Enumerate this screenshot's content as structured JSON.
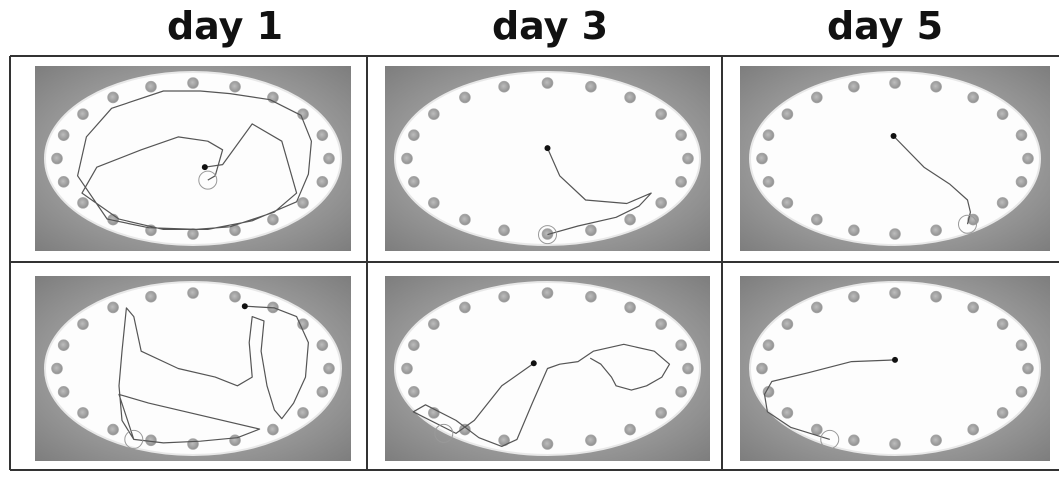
{
  "headers": [
    "day 1",
    "day 3",
    "day 5"
  ],
  "panels": [
    {
      "row": 0,
      "col": 0,
      "path": [
        [
          8,
          10
        ],
        [
          20,
          7
        ],
        [
          40,
          -40
        ],
        [
          60,
          -20
        ],
        [
          70,
          40
        ],
        [
          55,
          62
        ],
        [
          25,
          79
        ],
        [
          2,
          82
        ],
        [
          -30,
          80
        ],
        [
          -58,
          70
        ],
        [
          -78,
          20
        ],
        [
          -72,
          -25
        ],
        [
          -55,
          -58
        ],
        [
          -20,
          -78
        ],
        [
          5,
          -78
        ],
        [
          25,
          -75
        ],
        [
          52,
          -68
        ],
        [
          73,
          -50
        ],
        [
          80,
          -20
        ],
        [
          78,
          18
        ],
        [
          70,
          50
        ],
        [
          40,
          72
        ],
        [
          10,
          82
        ],
        [
          -20,
          82
        ],
        [
          -50,
          70
        ],
        [
          -75,
          40
        ],
        [
          -65,
          10
        ],
        [
          -35,
          -10
        ],
        [
          -10,
          -25
        ],
        [
          10,
          -20
        ],
        [
          20,
          -10
        ],
        [
          15,
          20
        ],
        [
          10,
          25
        ]
      ],
      "start": [
        8,
        10
      ],
      "end": [
        10,
        25
      ]
    },
    {
      "row": 0,
      "col": 1,
      "path": [
        [
          0,
          -12
        ],
        [
          8,
          20
        ],
        [
          25,
          48
        ],
        [
          52,
          52
        ],
        [
          68,
          40
        ],
        [
          60,
          55
        ],
        [
          45,
          68
        ],
        [
          20,
          78
        ],
        [
          0,
          88
        ]
      ],
      "start": [
        0,
        -12
      ],
      "end": [
        0,
        88
      ]
    },
    {
      "row": 0,
      "col": 2,
      "path": [
        [
          -1,
          -26
        ],
        [
          20,
          10
        ],
        [
          38,
          30
        ],
        [
          50,
          48
        ],
        [
          52,
          62
        ],
        [
          50,
          76
        ]
      ],
      "start": [
        -1,
        -26
      ],
      "end": [
        50,
        76
      ]
    },
    {
      "row": 1,
      "col": 0,
      "path": [
        [
          35,
          -72
        ],
        [
          55,
          -70
        ],
        [
          70,
          -60
        ],
        [
          78,
          -30
        ],
        [
          76,
          10
        ],
        [
          68,
          40
        ],
        [
          60,
          58
        ],
        [
          55,
          48
        ],
        [
          50,
          20
        ],
        [
          46,
          -20
        ],
        [
          48,
          -55
        ],
        [
          40,
          -60
        ],
        [
          38,
          -30
        ],
        [
          40,
          10
        ],
        [
          30,
          20
        ],
        [
          15,
          10
        ],
        [
          -10,
          0
        ],
        [
          -35,
          -20
        ],
        [
          -40,
          -60
        ],
        [
          -45,
          -70
        ],
        [
          -48,
          -20
        ],
        [
          -50,
          20
        ],
        [
          -48,
          60
        ],
        [
          -40,
          82
        ],
        [
          -20,
          86
        ],
        [
          5,
          84
        ],
        [
          30,
          80
        ],
        [
          45,
          70
        ],
        [
          -30,
          40
        ],
        [
          -50,
          30
        ],
        [
          -40,
          82
        ]
      ],
      "start": [
        35,
        -72
      ],
      "end": [
        -40,
        82
      ]
    },
    {
      "row": 1,
      "col": 1,
      "path": [
        [
          -9,
          -6
        ],
        [
          -30,
          20
        ],
        [
          -48,
          60
        ],
        [
          -60,
          75
        ],
        [
          -88,
          50
        ],
        [
          -80,
          42
        ],
        [
          -60,
          60
        ],
        [
          -45,
          80
        ],
        [
          -30,
          90
        ],
        [
          -20,
          82
        ],
        [
          -10,
          40
        ],
        [
          0,
          0
        ],
        [
          8,
          -5
        ],
        [
          20,
          -8
        ],
        [
          30,
          -20
        ],
        [
          50,
          -28
        ],
        [
          70,
          -20
        ],
        [
          80,
          -5
        ],
        [
          75,
          10
        ],
        [
          65,
          20
        ],
        [
          55,
          25
        ],
        [
          45,
          20
        ],
        [
          42,
          10
        ],
        [
          35,
          -5
        ],
        [
          28,
          -12
        ]
      ],
      "start": [
        -9,
        -6
      ],
      "end": [
        -68,
        75
      ]
    },
    {
      "row": 1,
      "col": 2,
      "path": [
        [
          0,
          -10
        ],
        [
          -30,
          -8
        ],
        [
          -60,
          5
        ],
        [
          -85,
          15
        ],
        [
          -90,
          30
        ],
        [
          -88,
          50
        ],
        [
          -72,
          68
        ],
        [
          -45,
          82
        ]
      ],
      "start": [
        0,
        -10
      ],
      "end": [
        -45,
        82
      ]
    }
  ]
}
